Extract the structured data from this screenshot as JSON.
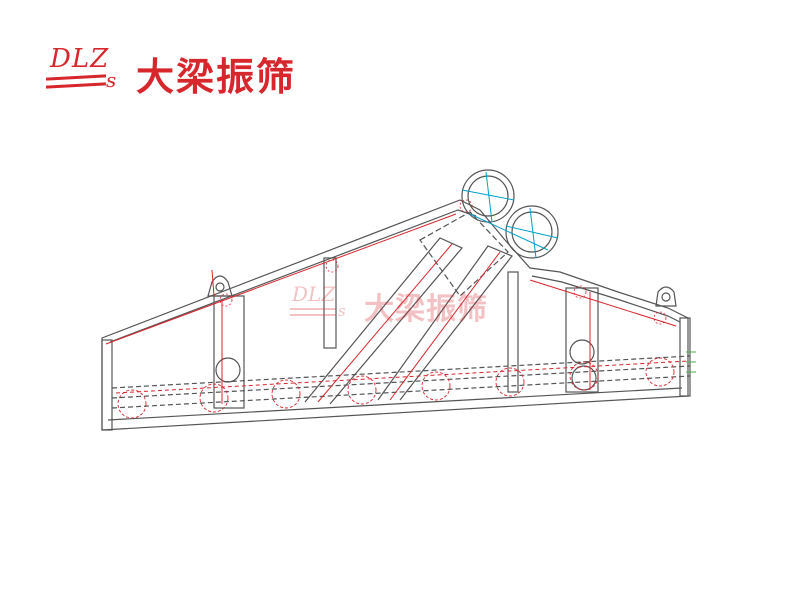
{
  "brand": {
    "letters": "DLZ",
    "letter_s": "s",
    "name": "大梁振筛",
    "color": "#d7262c"
  },
  "watermark": {
    "letters": "DLZ",
    "letter_s": "s",
    "name": "大梁振筛"
  },
  "drawing": {
    "line_color": "#555555",
    "accent_color": "#d7262c",
    "center_color": "#00a0c8",
    "green_color": "#4caf50"
  }
}
